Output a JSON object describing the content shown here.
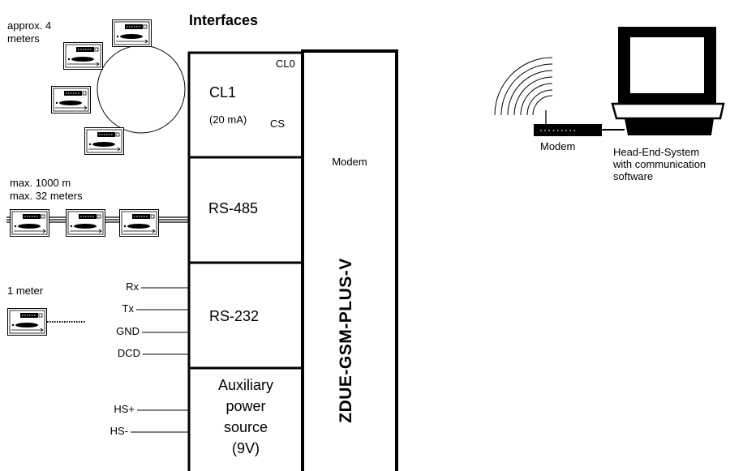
{
  "title": "Interfaces",
  "cl_loop": {
    "note_line1": "approx. 4",
    "note_line2": "meters"
  },
  "bus": {
    "note_line1": "max. 1000 m",
    "note_line2": "max. 32 meters"
  },
  "single": {
    "note": "1 meter"
  },
  "interfaces": {
    "cl1": {
      "name": "CL1",
      "current": "(20 mA)",
      "cl0": "CL0",
      "cs": "CS"
    },
    "rs485": {
      "name": "RS-485"
    },
    "rs232": {
      "name": "RS-232",
      "pins": [
        "Rx",
        "Tx",
        "GND",
        "DCD"
      ]
    },
    "aux": {
      "lines": [
        "Auxiliary",
        "power",
        "source",
        "(9V)"
      ],
      "pins": [
        "HS+",
        "HS-"
      ]
    }
  },
  "device": {
    "modem_label": "Modem",
    "name": "ZDUE-GSM-PLUS-V"
  },
  "head_end": {
    "modem_label": "Modem",
    "lines": [
      "Head-End-System",
      "with communication",
      "software"
    ]
  },
  "icons": {
    "meter": "electricity-meter-icon",
    "antenna": "radio-waves-icon",
    "modem": "modem-icon",
    "computer": "computer-monitor-icon"
  },
  "colors": {
    "line": "#000000",
    "background": "#ffffff"
  }
}
